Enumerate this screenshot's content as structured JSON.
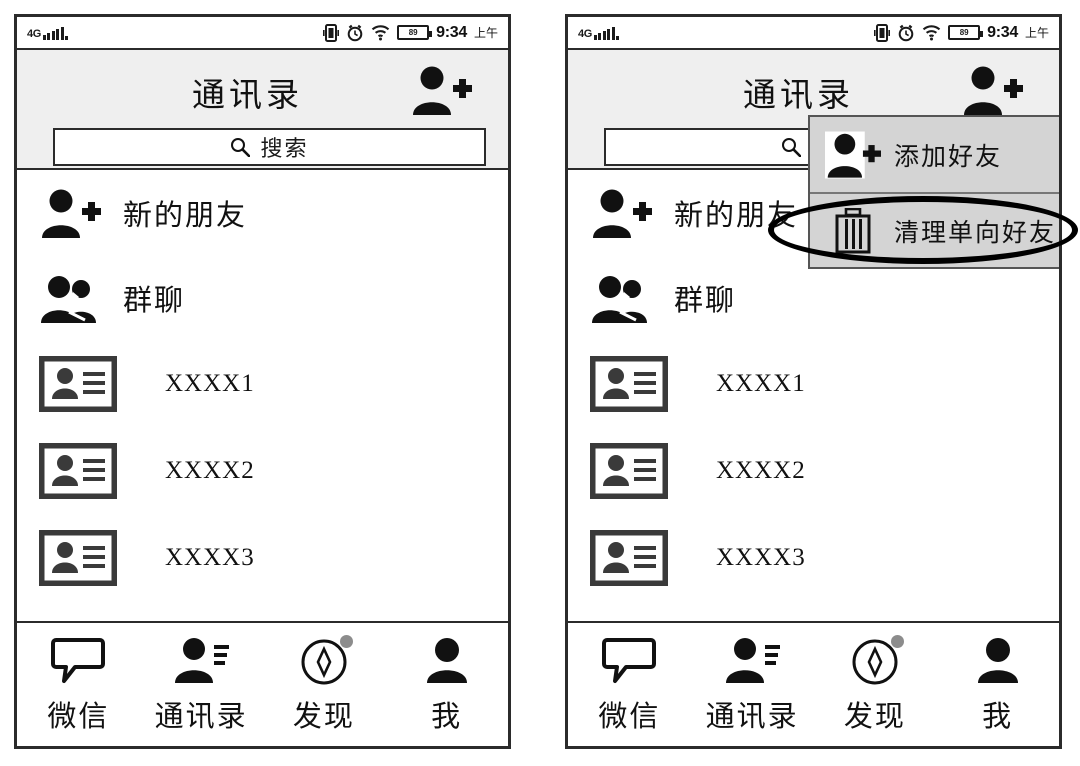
{
  "statusbar": {
    "network": "4G",
    "signal_icon": "signal-bars-icon",
    "vibrate_icon": "vibrate-icon",
    "alarm_icon": "alarm-clock-icon",
    "wifi_icon": "wifi-icon",
    "battery_level": "89",
    "time": "9:34",
    "ampm": "上午"
  },
  "header": {
    "title": "通讯录",
    "add_icon": "add-person-icon"
  },
  "search": {
    "icon": "search-icon",
    "placeholder": "搜索"
  },
  "list": {
    "items": [
      {
        "label": "新的朋友",
        "icon": "add-person-icon"
      },
      {
        "label": "群聊",
        "icon": "group-chat-icon"
      },
      {
        "label": "XXXX1",
        "icon": "contact-card-icon"
      },
      {
        "label": "XXXX2",
        "icon": "contact-card-icon"
      },
      {
        "label": "XXXX3",
        "icon": "contact-card-icon"
      }
    ]
  },
  "tabbar": {
    "tabs": [
      {
        "label": "微信",
        "icon": "chat-bubble-icon",
        "badge": false
      },
      {
        "label": "通讯录",
        "icon": "contacts-icon",
        "badge": false
      },
      {
        "label": "发现",
        "icon": "discover-compass-icon",
        "badge": true
      },
      {
        "label": "我",
        "icon": "person-icon",
        "badge": false
      }
    ]
  },
  "menu": {
    "items": [
      {
        "label": "添加好友",
        "icon": "add-person-icon"
      },
      {
        "label": "清理单向好友",
        "icon": "trash-icon"
      }
    ]
  },
  "annotation": {
    "shape": "ellipse-highlight",
    "target": "清理单向好友"
  },
  "colors": {
    "header_bg": "#efefef",
    "menu_bg": "#d4d4d4",
    "outline": "#2b2b2b",
    "badge": "#8c8c8c"
  }
}
